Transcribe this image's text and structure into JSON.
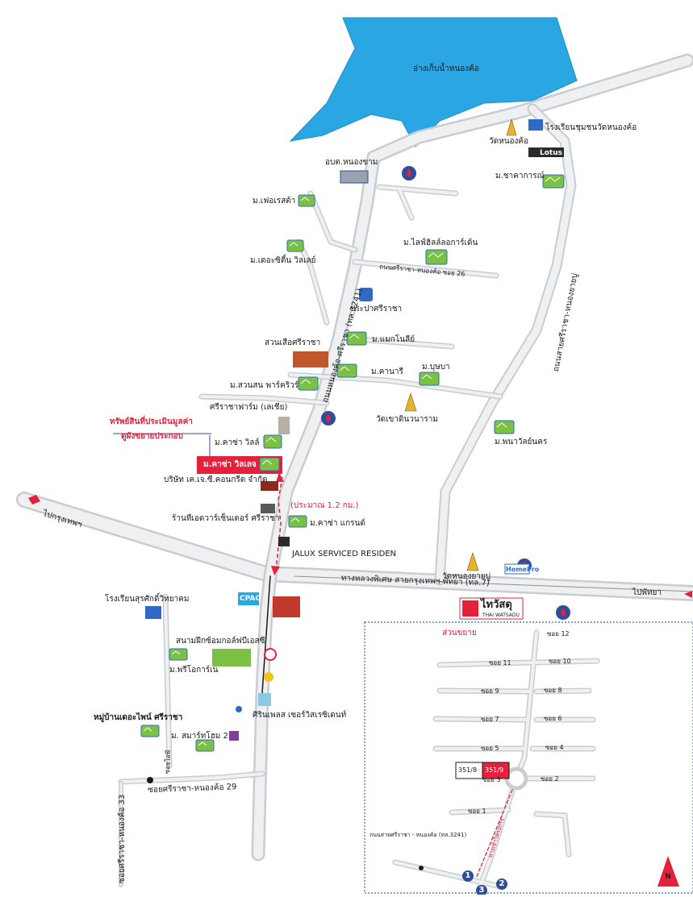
{
  "map": {
    "lake_label": "อ่างเก็บน้ำหนองค้อ",
    "roads": {
      "main_highway": "ทางหลวงพิเศษ สายกรุงเทพฯ-พัทยา (ทล.7)",
      "to_bangkok": "ไปกรุงเทพฯ",
      "to_pattaya": "ไปพัทยา",
      "road_3241": "ถนนหนองค้อ-ศรีราชา (ทล.3241)",
      "right_road": "ถนนสายศรีราชา-หนองยายบู่",
      "soi_26": "ถนนศรีราชา-หนองค้อ ซอย 26",
      "soi_29": "ซอยศรีราชา-หนองค้อ 29",
      "soi_33": "ซอยศรีราชา-หนองค้อ 33",
      "soi_small": "ซอยโอพี"
    },
    "places": {
      "school_top": "โรงเรียนชุมชนวัดหนองค้อ",
      "wat_nongkho": "วัดหนองค้อ",
      "lotus": "Lotus",
      "m_chakarn": "ม.ชาคาการณ์",
      "obt": "อบต.หนองขาม",
      "m_future": "ม.เฟอเรสต้า",
      "m_lifeline": "ม.ไลฟ์ฮิลล์ลอการ์เด้น",
      "m_city": "ม.เดอะซิตี้น วิลเลย์",
      "prapa": "ประปาศรีราชา",
      "m_magnolia": "ม.แมกโนลีย์",
      "park": "สวนเสือศรีราชา",
      "m_kanari": "ม.คานารี",
      "m_bunya": "ม.บุษบา",
      "m_suanson": "ม.สวนสน พาร์คริวร์",
      "wat_khao": "วัดเขาดินวนาราม",
      "farm": "ศรีราชาฟาร์ม (เลเชีย)",
      "m_casa_ville": "ม.คาซ่า วิลล์",
      "m_pana": "ม.พนาวัลย์นคร",
      "company": "บริษัท เค.เจ.ซี.คอนกรีต จำกัด",
      "store": "ร้านทีเอดวาร์เซ็นเตอร์ ศรีราชา",
      "m_casa_grand": "ม.คาซ่า แกรนด์",
      "jalux": "JALUX SERVICED RESIDEN",
      "wat_nongyaibu": "วัดหนองยายบู่",
      "homepro": "HomePro",
      "cpac": "CPAC",
      "school_left": "โรงเรียนสุรศักดิ์วิทยาคม",
      "thaiwatsadu": "ไทวัสดุ",
      "thaiwatsadu_sub": "THAI WATSADU",
      "golf": "สนามฝึกซ้อมกอล์ฟบีเอสซี",
      "m_private": "ม.พรีโอการ์เน",
      "village_pine": "หมู่บ้านเดอะไพน์ ศรีราชา",
      "green": "ศิรินเพลส เซอร์วิสเรซิเดนท์",
      "m_smart": "ม. สมาร์ทโฮม 2",
      "distance": "(ประมาณ 1.2 กม.)"
    },
    "target": {
      "label": "ม.คาซ่า วิลเลจ",
      "note_line1": "ทรัพย์สินที่ประเมินมูลค่า",
      "note_line2": "ดูผังขยายประกอบ"
    },
    "inset": {
      "title": "ส่วนขยาย",
      "sois": [
        "ซอย 12",
        "ซอย 11",
        "ซอย 10",
        "ซอย 9",
        "ซอย 8",
        "ซอย 7",
        "ซอย 6",
        "ซอย 5",
        "ซอย 4",
        "ซอย 3",
        "ซอย 2",
        "ซอย 1"
      ],
      "plot_a": "351/8",
      "plot_b": "351/9",
      "road_label": "ถนนสายศรีราชา - หนองค้อ (ทล.3241)",
      "route_label": "ทางเข้าโครงการ",
      "markers": [
        "1",
        "2",
        "3"
      ]
    },
    "north": "N"
  }
}
